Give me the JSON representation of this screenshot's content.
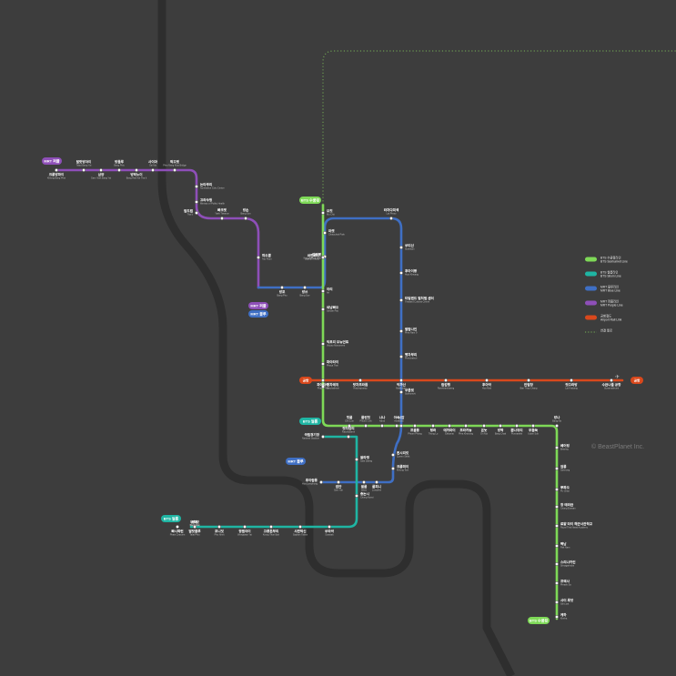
{
  "copyright": "© BeastPlanet Inc.",
  "colors": {
    "background": "#3d3d3d",
    "river": "#2e2e2e",
    "bts_sukhumvit": "#7ed957",
    "bts_silom": "#1fb5a3",
    "mrt_blue": "#3f6fc4",
    "mrt_purple": "#8e4fb8",
    "airport_link": "#d9481c",
    "connector": "#6b9a52"
  },
  "legend": [
    {
      "key": "bts_sukhumvit",
      "type": "line",
      "label1": "BTS 수쿰윗라인",
      "label2": "BTS Sukhumvit Line"
    },
    {
      "key": "bts_silom",
      "type": "line",
      "label1": "BTS 씰롬라인",
      "label2": "BTS Silom Line"
    },
    {
      "key": "mrt_blue",
      "type": "line",
      "label1": "MRT 블루라인",
      "label2": "MRT Blue Line"
    },
    {
      "key": "mrt_purple",
      "type": "line",
      "label1": "MRT 퍼플라인",
      "label2": "MRT Purple Line"
    },
    {
      "key": "airport_link",
      "type": "line",
      "label1": "공항철도",
      "label2": "Airport Rail Link"
    },
    {
      "key": "connector",
      "type": "dots",
      "label1": "연결 통로",
      "label2": ""
    }
  ],
  "badges": [
    {
      "id": "purple-start",
      "text": "MRT 퍼플",
      "color": "mrt_purple"
    },
    {
      "id": "blue-end",
      "text": "MRT 블루",
      "color": "mrt_blue"
    },
    {
      "id": "purple-end",
      "text": "MRT 퍼플",
      "color": "mrt_purple"
    },
    {
      "id": "bts-sukhumvit-north",
      "text": "BTS 수쿰윗",
      "color": "bts_sukhumvit"
    },
    {
      "id": "bts-silom-1",
      "text": "BTS 씰롬",
      "color": "bts_silom"
    },
    {
      "id": "mrt-blue-2",
      "text": "MRT 블루",
      "color": "mrt_blue"
    },
    {
      "id": "bts-silom-2",
      "text": "BTS 씰롬",
      "color": "bts_silom"
    },
    {
      "id": "bts-sukhumvit-south",
      "text": "BTS 수쿰윗",
      "color": "bts_sukhumvit"
    }
  ],
  "airport_ends": {
    "left": "공항",
    "right": "공항"
  },
  "stations": {
    "purple": [
      {
        "name": "크롱방파이",
        "sub": "Khlong Bang Phai"
      },
      {
        "name": "탈랏방야이",
        "sub": "Talad Bang Yai"
      },
      {
        "name": "삼양",
        "sub": "Sam Yaek Bang Yai"
      },
      {
        "name": "방플루",
        "sub": "Bang Phlu"
      },
      {
        "name": "방락노이",
        "sub": "Bang Rak Noi Tha It"
      },
      {
        "name": "사이마",
        "sub": "Sai Ma"
      },
      {
        "name": "팍끄렛",
        "sub": "Phra Nang Klao Bridge"
      },
      {
        "name": "논타부리",
        "sub": "Nonthaburi Civic Center"
      },
      {
        "name": "끄라쑤웡",
        "sub": "Ministry of Public Health"
      },
      {
        "name": "탑드럼",
        "sub": "Tha It"
      },
      {
        "name": "빠크렛",
        "sub": "Yaek Tiwanon"
      },
      {
        "name": "방손",
        "sub": "Bang Son"
      },
      {
        "name": "따오뿐",
        "sub": "Tao Poon"
      }
    ],
    "blue_west": [
      {
        "name": "방포",
        "sub": "Bang Pho"
      },
      {
        "name": "방쓰",
        "sub": "Bang Sue"
      }
    ],
    "blue": [
      {
        "name": "깜팽펫",
        "sub": "Kamphaeng Phet"
      },
      {
        "name": "마켓",
        "sub": "Chatuchak Park"
      },
      {
        "name": "라차다피섹",
        "sub": "Lat Phrao"
      },
      {
        "name": "쑤티산",
        "sub": "Sutthisan"
      },
      {
        "name": "후아이꽝",
        "sub": "Huai Khwang"
      },
      {
        "name": "타일랜드 컬처럴 센터",
        "sub": "Thailand Cultural Centre"
      },
      {
        "name": "팔람나인",
        "sub": "Phra Ram 9"
      },
      {
        "name": "펫차부리",
        "sub": "Phetchaburi"
      },
      {
        "name": "쑤쿰윗",
        "sub": "Sukhumvit"
      },
      {
        "name": "퀸시리킷",
        "sub": "Queen Sirikit"
      },
      {
        "name": "크롱떠이",
        "sub": "Khlong Toei"
      },
      {
        "name": "룸피니",
        "sub": "Lumphini"
      },
      {
        "name": "씰롬",
        "sub": "Silom"
      },
      {
        "name": "쌈얀",
        "sub": "Sam Yan"
      },
      {
        "name": "후아람퐁",
        "sub": "Hua Lamphong"
      }
    ],
    "sukhumvit": [
      {
        "name": "모칫",
        "sub": "Mo Chit"
      },
      {
        "name": "싸판콰이",
        "sub": "Saphan Khwai"
      },
      {
        "name": "아리",
        "sub": "Ari"
      },
      {
        "name": "싸남빠오",
        "sub": "Sanam Pao"
      },
      {
        "name": "빅토리 모뉴먼트",
        "sub": "Victory Monument"
      },
      {
        "name": "파야타이",
        "sub": "Phaya Thai"
      },
      {
        "name": "랏차테위",
        "sub": "Ratchathewi"
      },
      {
        "name": "시암",
        "sub": "Siam"
      },
      {
        "name": "칫롬",
        "sub": "Chit Lom"
      },
      {
        "name": "플런칫",
        "sub": "Phloen Chit"
      },
      {
        "name": "나나",
        "sub": "Nana"
      },
      {
        "name": "아속",
        "sub": "Asok"
      },
      {
        "name": "프롬퐁",
        "sub": "Phrom Phong"
      },
      {
        "name": "텅러",
        "sub": "Thong Lo"
      },
      {
        "name": "에까마이",
        "sub": "Ekkamai"
      },
      {
        "name": "프라카농",
        "sub": "Phra Khanong"
      },
      {
        "name": "온눗",
        "sub": "On Nut"
      },
      {
        "name": "방짝",
        "sub": "Bang Chak"
      },
      {
        "name": "뿐나위티",
        "sub": "Punnawithi"
      },
      {
        "name": "우돔쑥",
        "sub": "Udom Suk"
      },
      {
        "name": "방나",
        "sub": "Bang Na"
      },
      {
        "name": "베어링",
        "sub": "Bearing"
      },
      {
        "name": "쌈롱",
        "sub": "Samrong"
      },
      {
        "name": "뿌짜오",
        "sub": "Pu Chao"
      },
      {
        "name": "창 에라완",
        "sub": "Chang Erawan"
      },
      {
        "name": "로얄 타이 해군사관학교",
        "sub": "Royal Thai Naval Academy"
      },
      {
        "name": "빡남",
        "sub": "Pak Nam"
      },
      {
        "name": "스리나카린",
        "sub": "Srinagarindra"
      },
      {
        "name": "프렉사",
        "sub": "Phraek Sa"
      },
      {
        "name": "사이 루앗",
        "sub": "Sai Luat"
      },
      {
        "name": "케하",
        "sub": "Kheha"
      }
    ],
    "silom": [
      {
        "name": "국립경기장",
        "sub": "National Stadium"
      },
      {
        "name": "랏차담리",
        "sub": "Ratchadamri"
      },
      {
        "name": "쌀라댕",
        "sub": "Sala Daeng"
      },
      {
        "name": "총논시",
        "sub": "Chong Nonsi"
      },
      {
        "name": "쑤라싹",
        "sub": "Surasak"
      },
      {
        "name": "사판탁신",
        "sub": "Saphan Taksin"
      },
      {
        "name": "끄룽톤부리",
        "sub": "Krung Thon Buri"
      },
      {
        "name": "웡웬야이",
        "sub": "Wongwian Yai"
      },
      {
        "name": "포니밋",
        "sub": "Pho Nimit"
      },
      {
        "name": "딸랏플루",
        "sub": "Talat Phlu"
      },
      {
        "name": "우티캇",
        "sub": "Wutthakat"
      },
      {
        "name": "방와",
        "sub": "Bang Wa"
      },
      {
        "name": "빠시짜런",
        "sub": "Phasi Charoen"
      }
    ],
    "airport": [
      {
        "name": "파야타이",
        "sub": "Phaya Thai"
      },
      {
        "name": "랏차프라롭",
        "sub": "Ratchaprarop"
      },
      {
        "name": "막까산",
        "sub": "Makkasan"
      },
      {
        "name": "람캄행",
        "sub": "Ramkhamhaeng"
      },
      {
        "name": "후아막",
        "sub": "Hua Mak"
      },
      {
        "name": "반탑창",
        "sub": "Ban Thap Chang"
      },
      {
        "name": "랏끄라방",
        "sub": "Lat Krabang"
      },
      {
        "name": "수완나품 공항",
        "sub": "Suvarnabhumi"
      }
    ]
  }
}
